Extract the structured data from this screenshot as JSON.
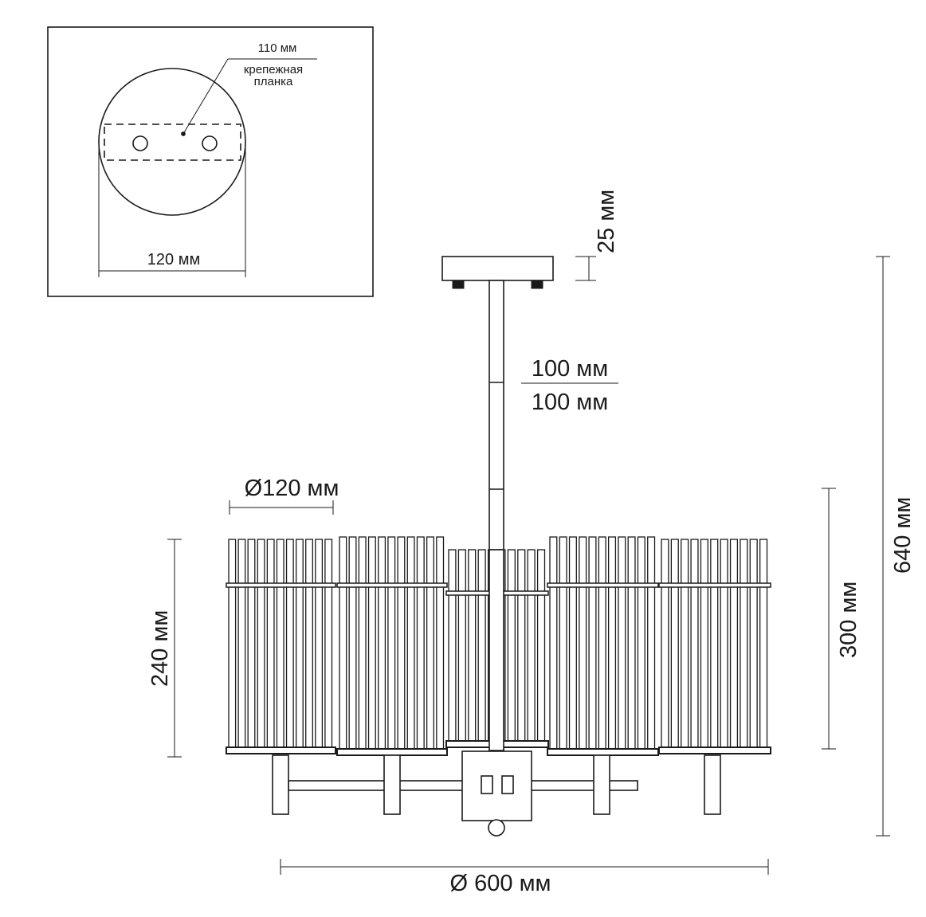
{
  "inset": {
    "mount_plate_label": "110 мм",
    "bracket_label_line1": "крепежная",
    "bracket_label_line2": "планка",
    "canopy_diameter": "120 мм"
  },
  "dimensions": {
    "canopy_height": "25 мм",
    "rod_segment_top": "100 мм",
    "rod_segment_bottom": "100 мм",
    "shade_diameter": "Ø120 мм",
    "shade_height": "240 мм",
    "body_height": "300 мм",
    "total_height": "640 мм",
    "overall_diameter": "Ø 600 мм"
  },
  "colors": {
    "line": "#1a1a1a",
    "background": "#ffffff"
  }
}
